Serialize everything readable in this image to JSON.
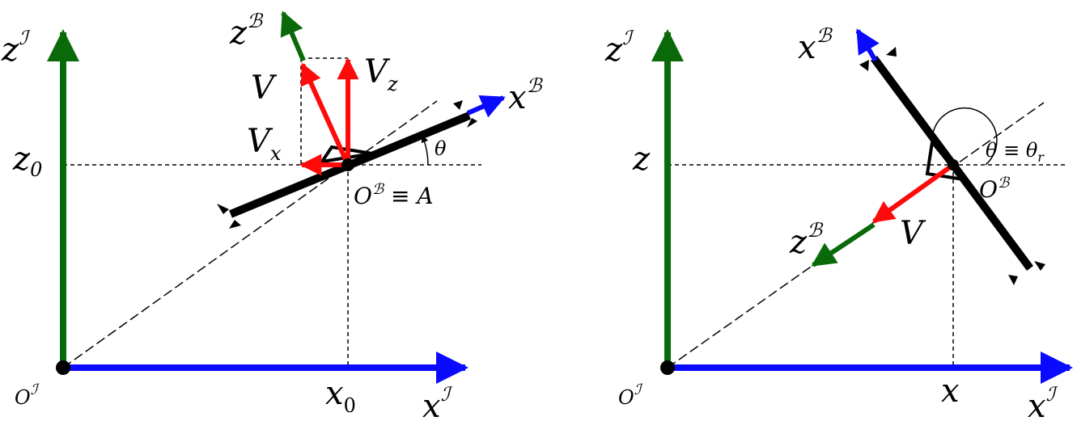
{
  "colors": {
    "inertial_z": "#0a6a0a",
    "inertial_x": "#0a0aff",
    "body_z": "#0a6a0a",
    "body_x": "#0a0aff",
    "velocity": "#ff0a0a",
    "wing": "#000000"
  },
  "left": {
    "zI": "z",
    "zI_sup": "ℐ",
    "xI": "x",
    "xI_sup": "ℐ",
    "OI": "O",
    "OI_sup": "ℐ",
    "z0": "z",
    "z0_sub": "0",
    "x0": "x",
    "x0_sub": "0",
    "zB": "z",
    "zB_sup": "ℬ",
    "xB": "x",
    "xB_sup": "ℬ",
    "V": "V",
    "Vz": "V",
    "Vz_sub": "z",
    "Vx": "V",
    "Vx_sub": "x",
    "theta": "θ",
    "OB": "O",
    "OB_sup": "ℬ",
    "OB_eq": " ≡ A"
  },
  "right": {
    "zI": "z",
    "zI_sup": "ℐ",
    "xI": "x",
    "xI_sup": "ℐ",
    "OI": "O",
    "OI_sup": "ℐ",
    "z": "z",
    "x": "x",
    "xB": "x",
    "xB_sup": "ℬ",
    "zB": "z",
    "zB_sup": "ℬ",
    "V": "V",
    "theta": "θ ≡ θ",
    "theta_sub": "r",
    "OB": "O",
    "OB_sup": "ℬ"
  }
}
